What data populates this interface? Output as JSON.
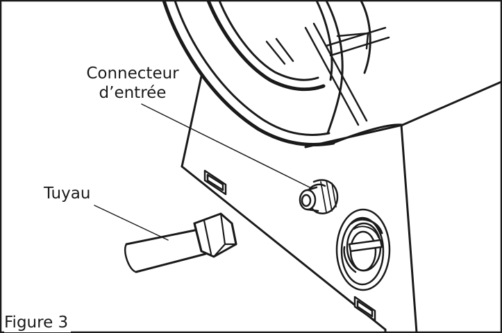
{
  "labels": {
    "connector_line1": "Connecteur",
    "connector_line2": "d’entrée",
    "hose": "Tuyau"
  },
  "caption": "Figure 3",
  "colors": {
    "stroke": "#1a1a1a",
    "background": "#ffffff"
  }
}
